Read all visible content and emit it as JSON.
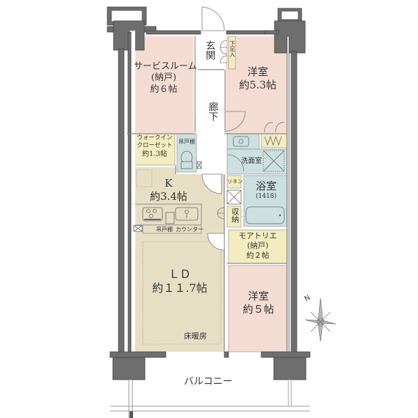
{
  "colors": {
    "wall": "#6e6e6e",
    "wall_dark": "#555555",
    "western_room": "#f5dcd2",
    "storage_yellow": "#f3ecbe",
    "wet_area_blue": "#cde0e0",
    "ldk_beige": "#e6dfc4",
    "hallway": "#ffffff",
    "text": "#333333"
  },
  "rooms": {
    "service_room": {
      "name": "サービスルーム",
      "sub": "(納戸)",
      "size": "約６帖"
    },
    "entrance": {
      "name": "玄関"
    },
    "shoe_storage": {
      "name": "下足入"
    },
    "western_room_1": {
      "name": "洋室",
      "size": "約5.3帖"
    },
    "corridor": {
      "name": "廊下"
    },
    "walk_in_closet": {
      "line1": "ウォークイン",
      "line2": "クローゼット",
      "size": "約1.3帖"
    },
    "toilet": {
      "shelf": "吊戸棚"
    },
    "washroom": {
      "name": "洗面室"
    },
    "kitchen": {
      "name": "K",
      "size": "約3.4帖"
    },
    "linen": {
      "name": "リネン"
    },
    "bathroom": {
      "name": "浴室",
      "spec": "(1418)"
    },
    "storage": {
      "name": "収納"
    },
    "kitchen_fixtures": {
      "shelf": "吊戸棚",
      "counter": "カウンター"
    },
    "atelier": {
      "name": "モアトリエ",
      "sub": "(納戸)",
      "size": "約２帖"
    },
    "living_dining": {
      "name": "ＬＤ",
      "size": "約１１.7帖",
      "note": "床暖房"
    },
    "western_room_2": {
      "name": "洋室",
      "size": "約５帖"
    },
    "balcony": {
      "name": "バルコニー"
    }
  },
  "compass": {
    "label": "N"
  }
}
